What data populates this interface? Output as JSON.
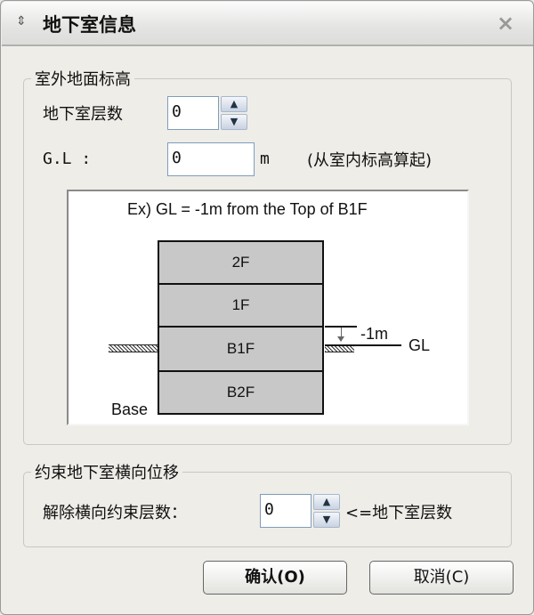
{
  "window": {
    "title": "地下室信息",
    "close_icon": "×",
    "menu_icon": "⇕"
  },
  "group1": {
    "legend": "室外地面标高",
    "basement_floors": {
      "label": "地下室层数",
      "value": "0"
    },
    "gl": {
      "label": "G.L :",
      "value": "0",
      "unit": "m",
      "note": "(从室内标高算起)"
    },
    "diagram": {
      "caption": "Ex) GL = -1m from the Top of B1F",
      "floors": [
        "2F",
        "1F",
        "B1F",
        "B2F"
      ],
      "offset": "-1m",
      "gl": "GL",
      "base": "Base"
    }
  },
  "group2": {
    "legend": "约束地下室横向位移",
    "label": "解除横向约束层数：",
    "value": "0",
    "hint": "<=地下室层数"
  },
  "buttons": {
    "ok": "确认(O)",
    "cancel": "取消(C)"
  }
}
